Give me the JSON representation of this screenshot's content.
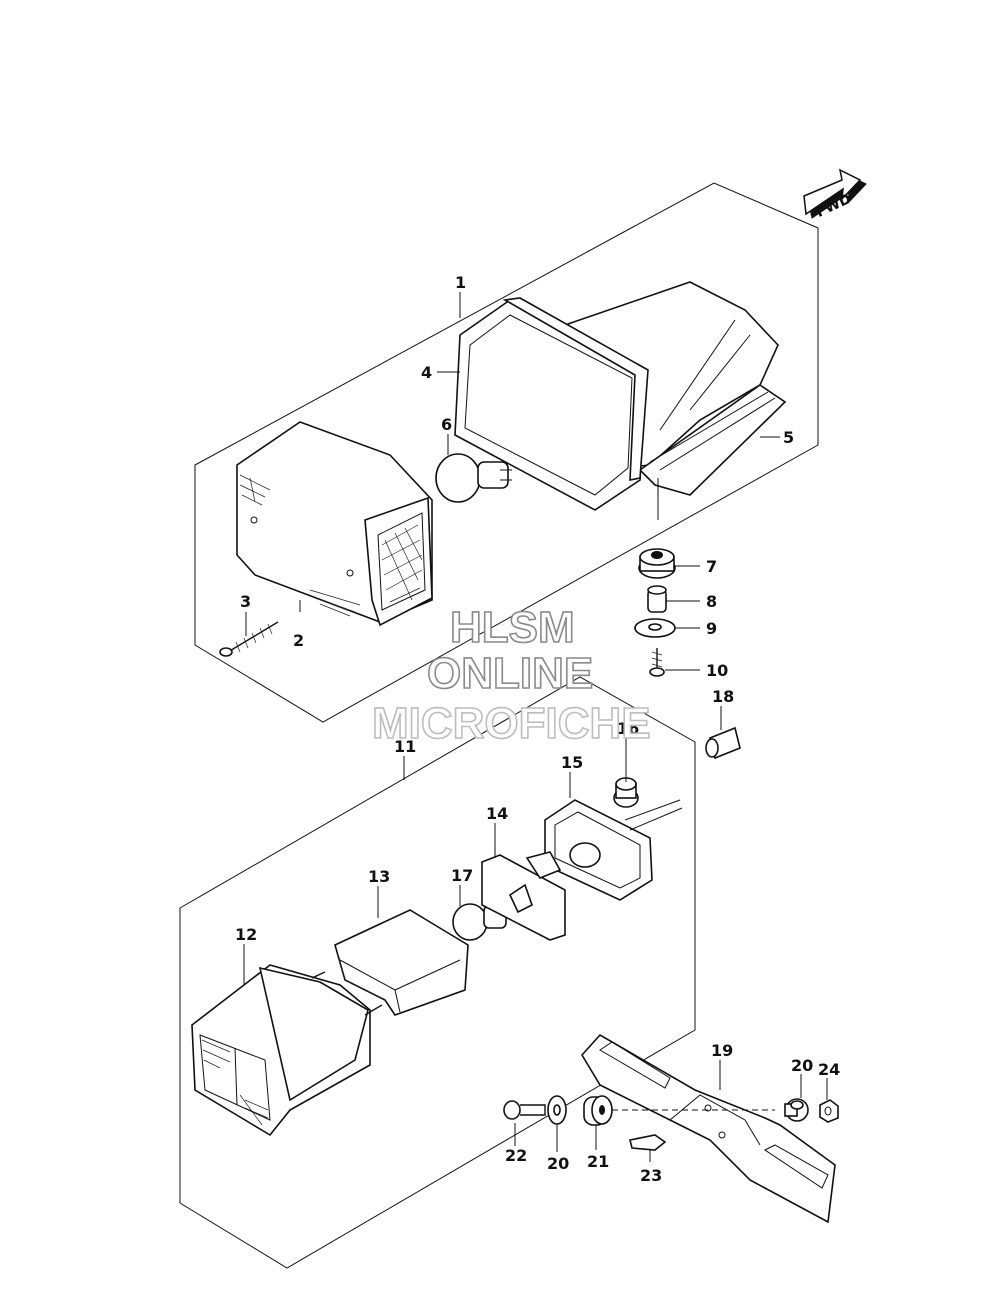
{
  "direction_label": "FWD",
  "watermark": [
    "HLSM",
    "ONLINE",
    "MICROFICHE"
  ],
  "callouts": [
    "1",
    "2",
    "3",
    "4",
    "5",
    "6",
    "7",
    "8",
    "9",
    "10",
    "11",
    "12",
    "13",
    "14",
    "15",
    "16",
    "17",
    "18",
    "19",
    "20",
    "20",
    "21",
    "22",
    "23",
    "24"
  ]
}
